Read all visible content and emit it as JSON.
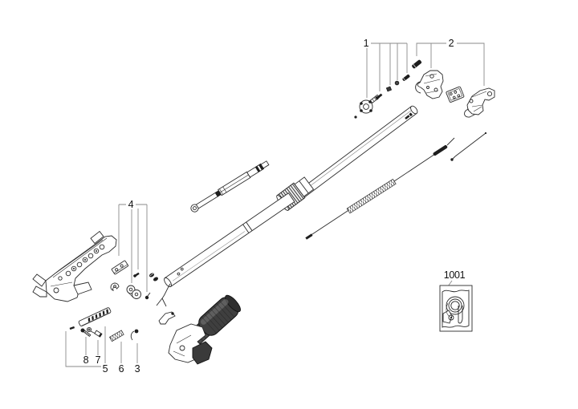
{
  "page": {
    "type": "exploded-parts-diagram",
    "background": "#ffffff"
  },
  "colors": {
    "leader_line": "#8a8a8a",
    "part_outline": "#2b2b2b",
    "dark_fill": "#1e1e1e",
    "label_text": "#111111",
    "handle_fill": "#3f3f3f"
  },
  "callouts": {
    "c1": {
      "label": "1"
    },
    "c2": {
      "label": "2"
    },
    "c3": {
      "label": "3"
    },
    "c4": {
      "label": "4"
    },
    "c5": {
      "label": "5"
    },
    "c6": {
      "label": "6"
    },
    "c7": {
      "label": "7"
    },
    "c8": {
      "label": "8"
    },
    "c1001": {
      "label": "1001"
    }
  }
}
